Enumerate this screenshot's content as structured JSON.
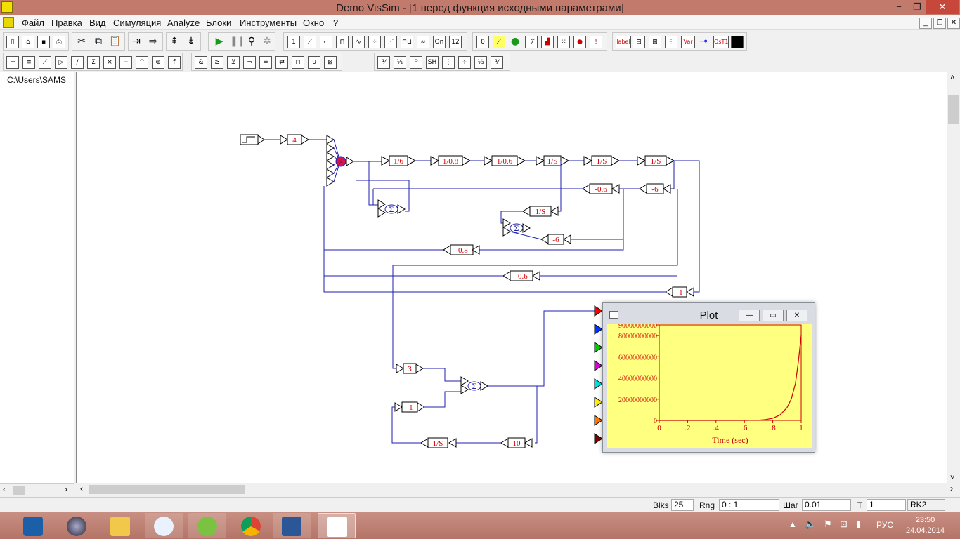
{
  "window": {
    "title": "Demo VisSim - [1 перед функция исходными параметрами]",
    "minimize": "−",
    "restore": "❐",
    "close": "✕"
  },
  "menu": [
    "Файл",
    "Правка",
    "Вид",
    "Симуляция",
    "Analyze",
    "Блоки",
    "Инструменты",
    "Окно",
    "?"
  ],
  "toolbar1_buttons": [
    "label",
    "OsT1"
  ],
  "left_pane": {
    "path": "C:\\Users\\SAMS"
  },
  "diagram": {
    "gains": [
      "4",
      "1/6",
      "1/0.8",
      "1/0.6",
      "1/S",
      "1/S",
      "1/S",
      "-0.6",
      "-6",
      "1/S",
      "-6",
      "-0.8",
      "-0.6",
      "-1",
      "3",
      "-1",
      "1/S",
      "10"
    ],
    "sum_symbol": "Σ"
  },
  "plot": {
    "title": "Plot",
    "chart_data": {
      "type": "line",
      "title": "",
      "xlabel": "Time (sec)",
      "ylabel": "",
      "xlim": [
        0,
        1
      ],
      "ylim": [
        0,
        90000000000
      ],
      "x_ticks": [
        "0",
        ".2",
        ".4",
        ".6",
        ".8",
        "1"
      ],
      "y_ticks": [
        "0",
        "20000000000",
        "40000000000",
        "60000000000",
        "80000000000",
        "90000000000"
      ],
      "series": [
        {
          "color": "#cc0000",
          "x": [
            0,
            0.6,
            0.7,
            0.75,
            0.8,
            0.85,
            0.9,
            0.93,
            0.96,
            0.98,
            1.0
          ],
          "y": [
            0,
            0,
            200000000,
            800000000,
            2000000000,
            5000000000,
            12000000000,
            20000000000,
            35000000000,
            55000000000,
            80000000000
          ]
        }
      ],
      "background": "#ffff80",
      "axis_color": "#cc0000"
    }
  },
  "status": {
    "blks_label": "Blks",
    "blks": "25",
    "rng_label": "Rng",
    "rng": "0 : 1",
    "step_label": "Шаг",
    "step": "0.01",
    "t_label": "T",
    "t": "1",
    "method": "RK2"
  },
  "taskbar": {
    "lang": "РУС",
    "time": "23:50",
    "date": "24.04.2014"
  }
}
